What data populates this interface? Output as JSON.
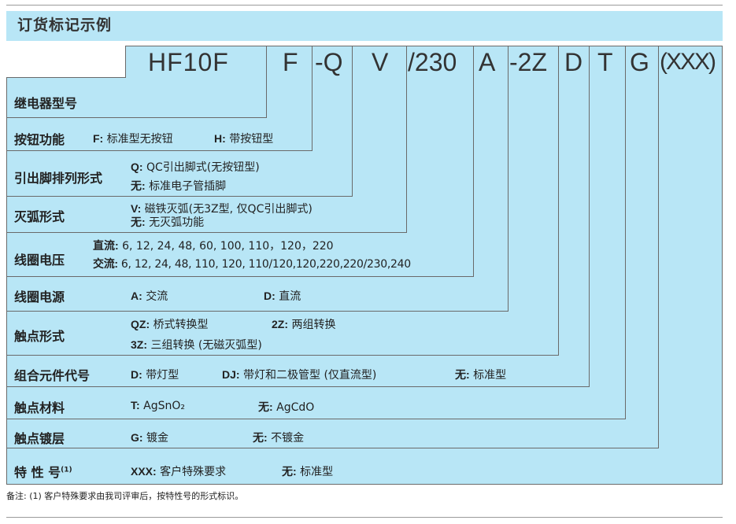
{
  "title": "订货标记示例",
  "codes": [
    "HF10F",
    "F",
    "-Q",
    "V",
    "/230",
    "A",
    "-2Z",
    "D",
    "T",
    "G",
    "(XXX)"
  ],
  "rows": {
    "model": {
      "label": "继电器型号"
    },
    "button": {
      "label": "按钮功能",
      "l1k": "F:",
      "l1v": "标准型无按钮",
      "l2k": "H:",
      "l2v": "带按钮型"
    },
    "pin": {
      "label": "引出脚排列形式",
      "l1k": "Q:",
      "l1v": "QC引出脚式(无按钮型)",
      "l2k": "无:",
      "l2v": "标准电子管插脚"
    },
    "arc": {
      "label": "灭弧形式",
      "l1k": "V:",
      "l1v": "磁铁灭弧(无3Z型, 仅QC引出脚式)",
      "l2k": "无:",
      "l2v": "无灭弧功能"
    },
    "voltage": {
      "label": "线圈电压",
      "dck": "直流:",
      "dcv": "6, 12, 24, 48, 60, 100, 110，120，220",
      "ack": "交流:",
      "acv": "6, 12, 24, 48, 110, 120, 110/120,120,220,220/230,240"
    },
    "power": {
      "label": "线圈电源",
      "l1k": "A:",
      "l1v": "交流",
      "l2k": "D:",
      "l2v": "直流"
    },
    "contact_form": {
      "label": "触点形式",
      "l1k": "QZ:",
      "l1v": "桥式转换型",
      "l2k": "2Z:",
      "l2v": "两组转换",
      "l3k": "3Z:",
      "l3v": "三组转换 (无磁灭弧型)"
    },
    "component": {
      "label": "组合元件代号",
      "l1k": "D:",
      "l1v": "带灯型",
      "l2k": "DJ:",
      "l2v": "带灯和二极管型 (仅直流型)",
      "l3k": "无:",
      "l3v": "标准型"
    },
    "material": {
      "label": "触点材料",
      "l1k": "T:",
      "l1v": "AgSnO₂",
      "l2k": "无:",
      "l2v": "AgCdO"
    },
    "plating": {
      "label": "触点镀层",
      "l1k": "G:",
      "l1v": "镀金",
      "l2k": "无:",
      "l2v": "不镀金"
    },
    "special": {
      "label": "特 性 号",
      "sup": "(1)",
      "l1k": "XXX:",
      "l1v": "客户特殊要求",
      "l2k": "无:",
      "l2v": "标准型"
    }
  },
  "note": "备注: (1) 客户特殊要求由我司评审后，按特性号的形式标识。",
  "colors": {
    "fill": "#b8e6f6",
    "border": "#6a6a6a",
    "rule": "#9a9a9a"
  }
}
